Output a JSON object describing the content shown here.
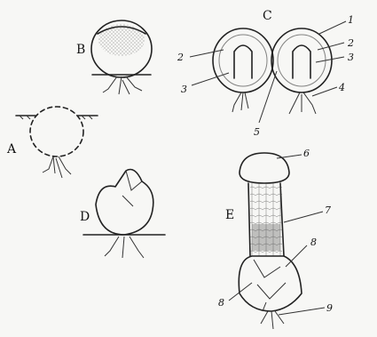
{
  "figure_labels": {
    "A": "A",
    "B": "B",
    "C": "C",
    "D": "D",
    "E": "E"
  },
  "part_labels": {
    "n1": "1",
    "n2a": "2",
    "n2b": "2",
    "n3a": "3",
    "n3b": "3",
    "n4": "4",
    "n5": "5",
    "n6": "6",
    "n7": "7",
    "n8a": "8",
    "n8b": "8",
    "n9": "9"
  }
}
